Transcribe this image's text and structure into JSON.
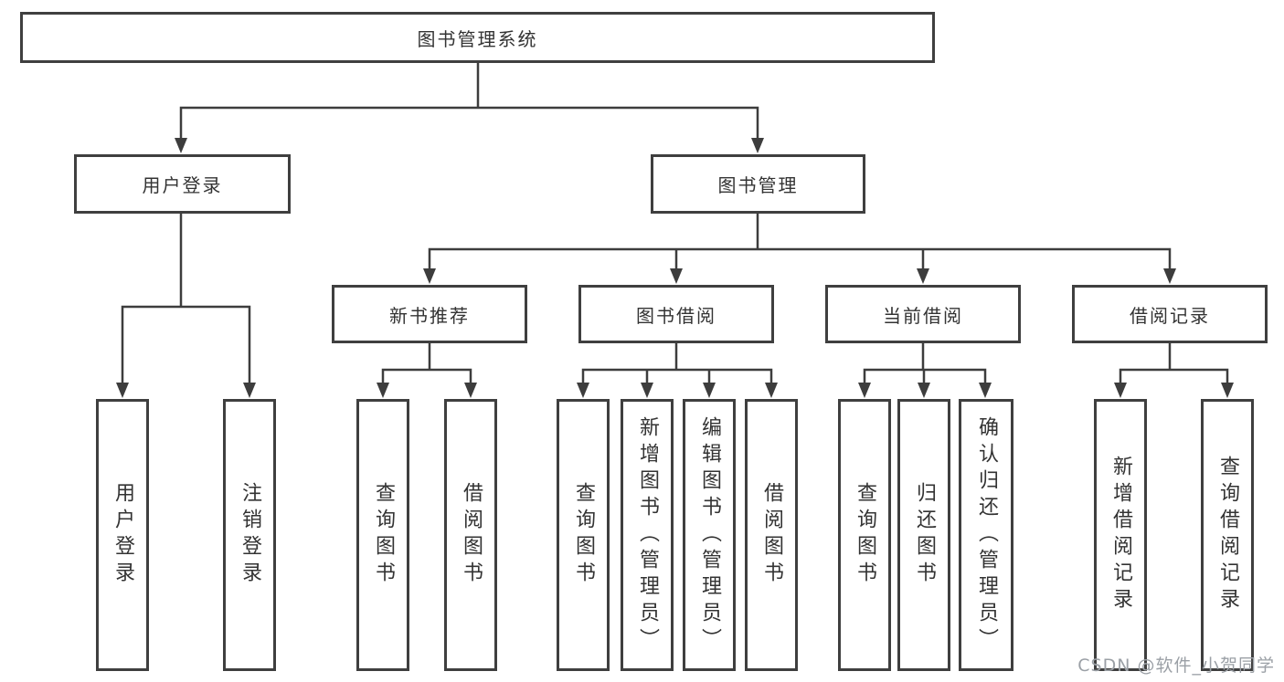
{
  "diagram": {
    "root": {
      "label": "图书管理系统"
    },
    "branches": {
      "user_login": {
        "label": "用户登录",
        "children": [
          {
            "label": "用户登录"
          },
          {
            "label": "注销登录"
          }
        ]
      },
      "book_mgmt": {
        "label": "图书管理",
        "children": [
          {
            "label": "新书推荐",
            "children": [
              {
                "label": "查询图书"
              },
              {
                "label": "借阅图书"
              }
            ]
          },
          {
            "label": "图书借阅",
            "children": [
              {
                "label": "查询图书"
              },
              {
                "label": "新增图书（管理员）"
              },
              {
                "label": "编辑图书（管理员）"
              },
              {
                "label": "借阅图书"
              }
            ]
          },
          {
            "label": "当前借阅",
            "children": [
              {
                "label": "查询图书"
              },
              {
                "label": "归还图书"
              },
              {
                "label": "确认归还（管理员）"
              }
            ]
          },
          {
            "label": "借阅记录",
            "children": [
              {
                "label": "新增借阅记录"
              },
              {
                "label": "查询借阅记录"
              }
            ]
          }
        ]
      }
    }
  },
  "watermark": {
    "text": "CSDN @软件_小贺同学"
  },
  "colors": {
    "line": "#3d3d3d",
    "border": "#3f3f3f",
    "text": "#333333",
    "box_background": "#ffffff",
    "watermark": "#9ba0a6"
  }
}
